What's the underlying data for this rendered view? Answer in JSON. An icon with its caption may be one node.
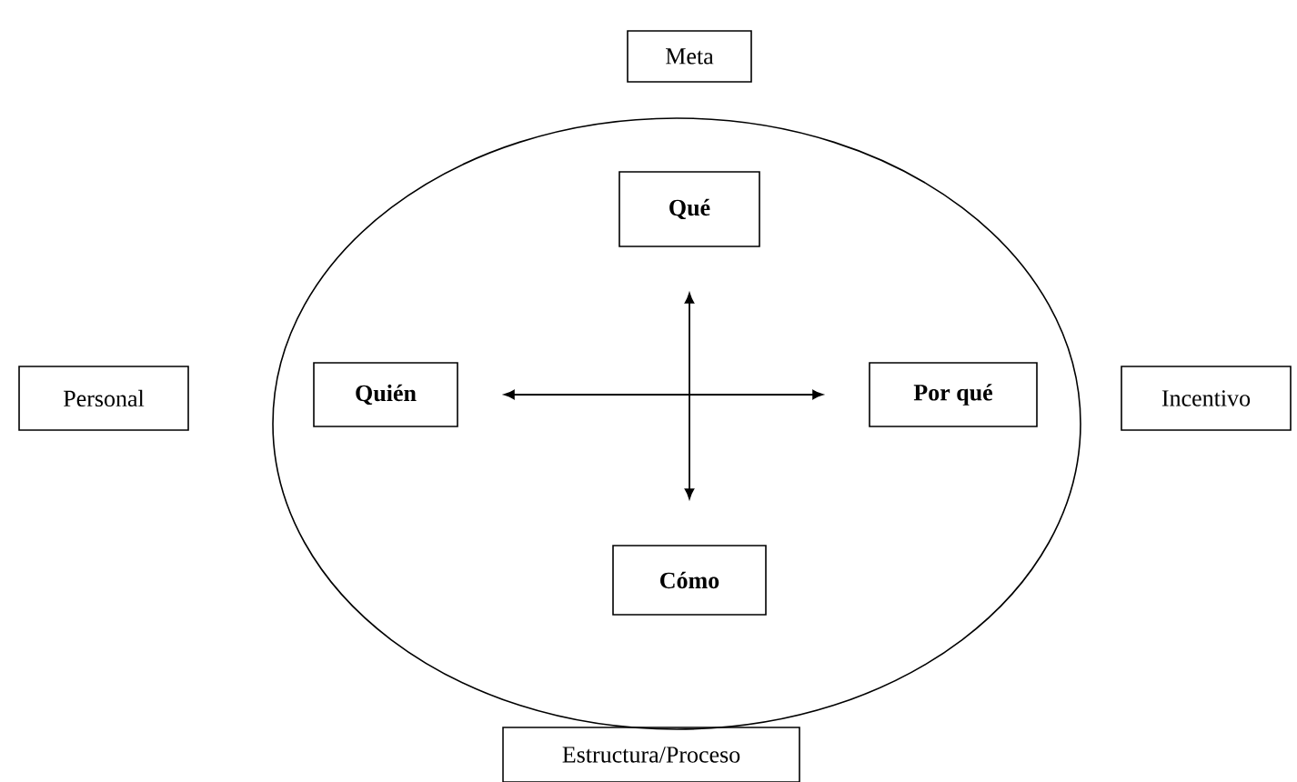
{
  "diagram": {
    "nodes": [
      {
        "text": [
          "Meta"
        ]
      },
      {
        "text": [],
        "shape": "ellipse"
      },
      {
        "text": [
          "Qué"
        ],
        "in": 1
      },
      {
        "text": [
          "Quién"
        ],
        "in": 1
      },
      {
        "text": [
          "Por qué"
        ],
        "in": 1
      },
      {
        "text": [
          "Cómo"
        ],
        "in": 1
      },
      {
        "text": [
          "Personal"
        ]
      },
      {
        "text": [
          "Incentivo"
        ]
      },
      {
        "text": [
          "Estructura/Proceso"
        ]
      }
    ],
    "edges": [
      {
        "from": 2,
        "to": 5,
        "arrow": "both"
      },
      {
        "from": 3,
        "to": 4,
        "arrow": "both"
      }
    ]
  }
}
